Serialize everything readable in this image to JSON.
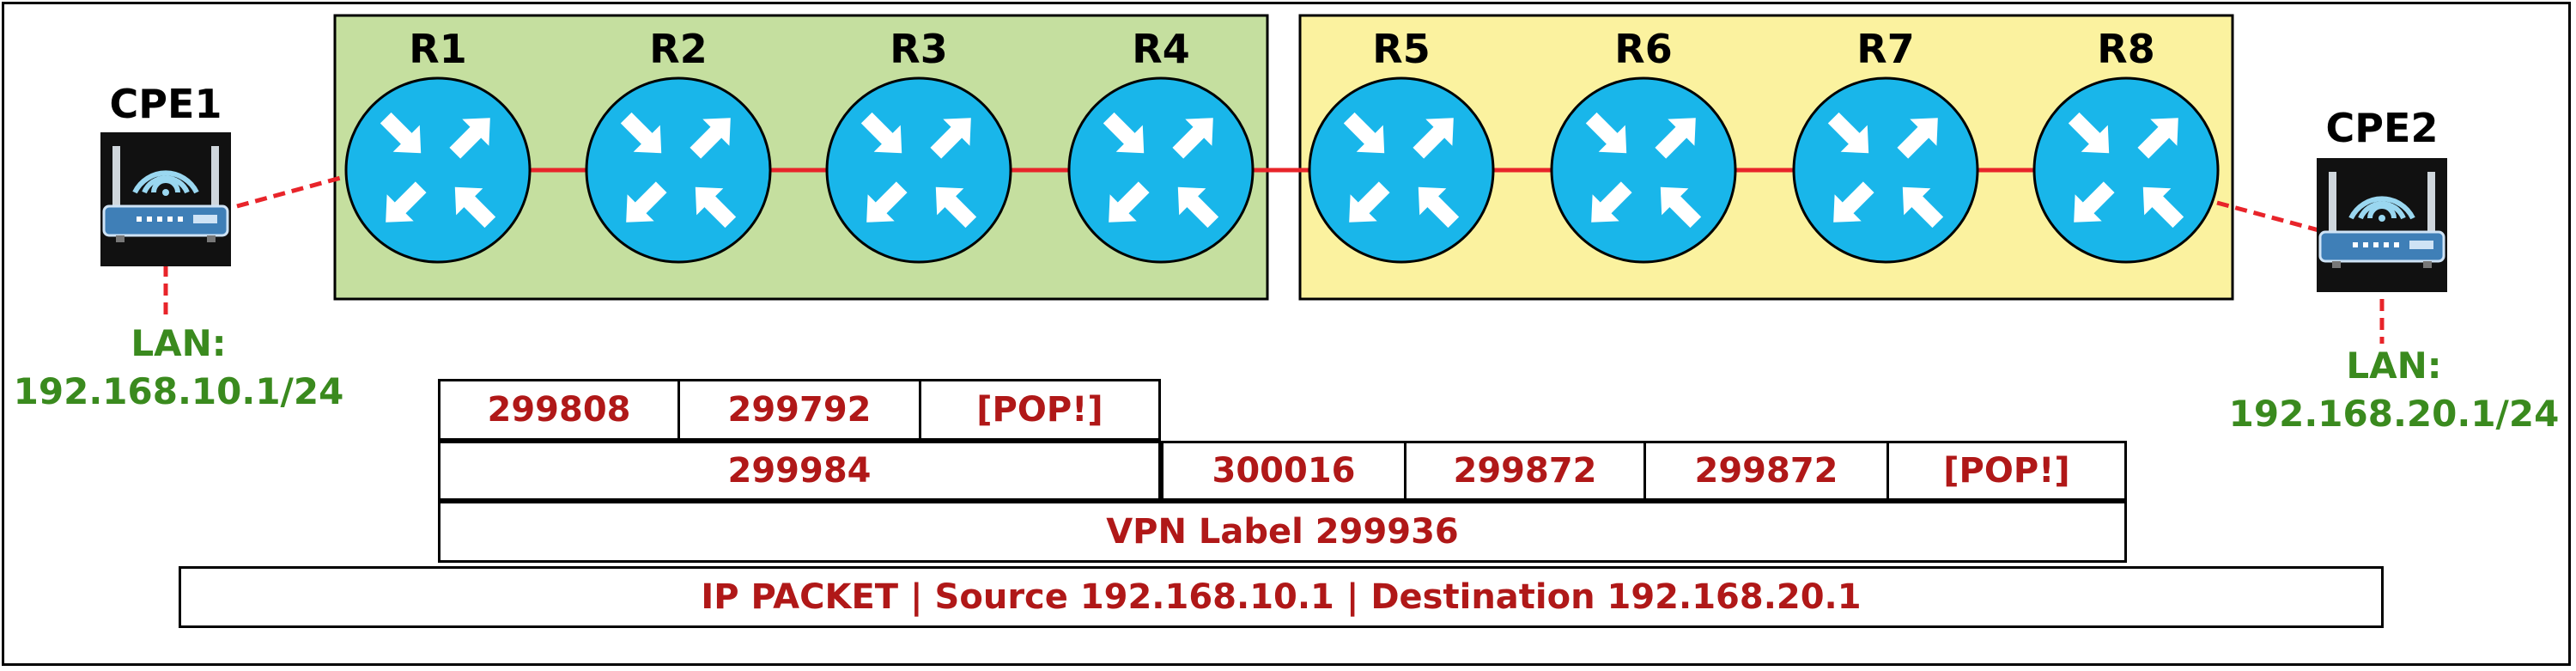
{
  "routers": [
    {
      "label": "R1",
      "domain": "left"
    },
    {
      "label": "R2",
      "domain": "left"
    },
    {
      "label": "R3",
      "domain": "left"
    },
    {
      "label": "R4",
      "domain": "left"
    },
    {
      "label": "R5",
      "domain": "right"
    },
    {
      "label": "R6",
      "domain": "right"
    },
    {
      "label": "R7",
      "domain": "right"
    },
    {
      "label": "R8",
      "domain": "right"
    }
  ],
  "cpe": [
    {
      "label": "CPE1",
      "lan_title": "LAN:",
      "lan_subnet": "192.168.10.1/24"
    },
    {
      "label": "CPE2",
      "lan_title": "LAN:",
      "lan_subnet": "192.168.20.1/24"
    }
  ],
  "label_stack": {
    "transport_left_top": [
      "299808",
      "299792",
      "[POP!]"
    ],
    "transport_left_bottom": "299984",
    "transport_right": [
      "300016",
      "299872",
      "299872",
      "[POP!]"
    ],
    "vpn_label": "VPN Label 299936",
    "ip_packet": "IP PACKET | Source 192.168.10.1 | Destination 192.168.20.1"
  },
  "colors": {
    "left_domain": "#c5df9f",
    "right_domain": "#fbf29f",
    "router_fill": "#19b6ea",
    "link": "#e8242a",
    "lan_text": "#3a8a1e",
    "label_text": "#b01818"
  },
  "icons": {
    "router": "router-icon",
    "cpe": "wifi-router-icon"
  }
}
